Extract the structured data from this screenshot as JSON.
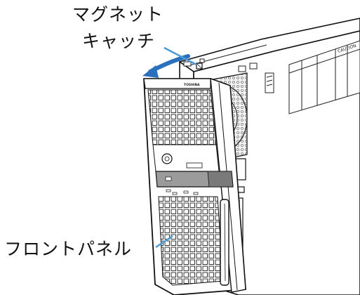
{
  "labels": {
    "magnet_catch_line1": "マグネット",
    "magnet_catch_line2": "キャッチ",
    "front_panel": "フロントパネル"
  },
  "device": {
    "brand_text": "TOSHIBA",
    "model_badge_text": "",
    "caution_label_text": "CAUTION"
  },
  "colors": {
    "arrow": "#2b6fbf",
    "pointer_line": "#4d9bd6",
    "outline": "#111111",
    "band": "#9b9b9b",
    "band_dark": "#7a7a7a"
  }
}
